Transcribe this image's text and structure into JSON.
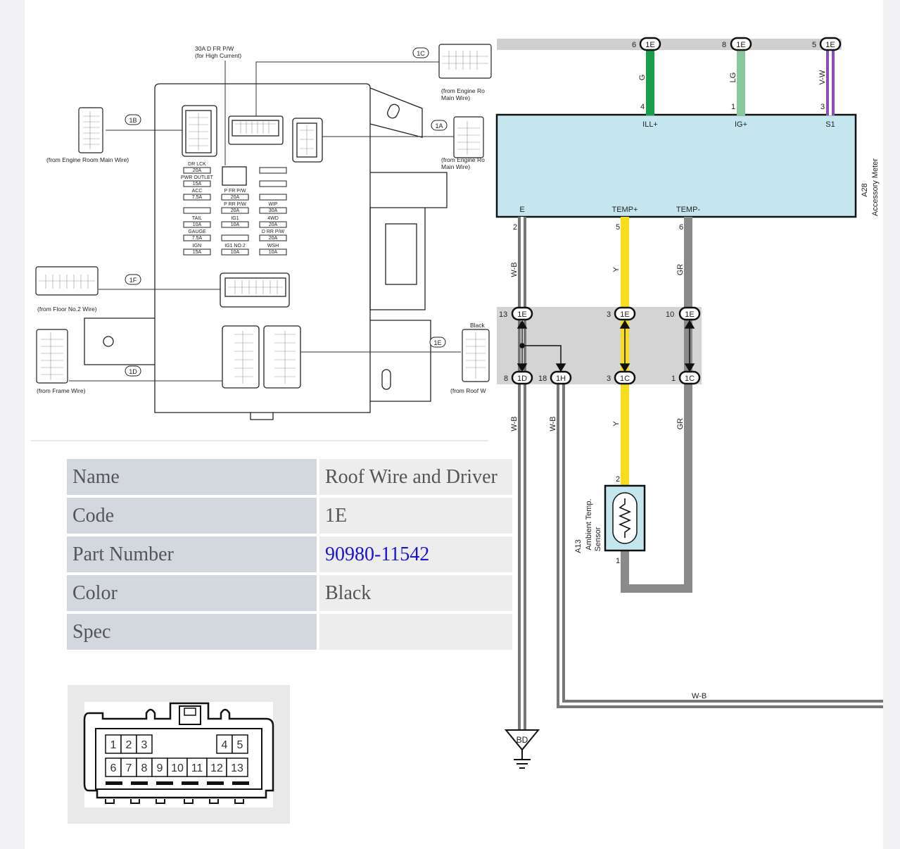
{
  "fuse_box": {
    "top_label_line1": "30A D FR P/W",
    "top_label_line2": "(for High Current)",
    "connectors": {
      "c1B": "1B",
      "c1C": "1C",
      "c1A": "1A",
      "c1F": "1F",
      "c1D": "1D",
      "c1E": "1E"
    },
    "sources": {
      "engine_room_main": "(from Engine Room Main Wire)",
      "engine_room_1c_l1": "(from Engine Ro",
      "engine_room_1c_l2": "Main Wire)",
      "engine_room_1a_l1": "(from Engine Ro",
      "engine_room_1a_l2": "Main Wire)",
      "floor_no2": "(from Floor No.2 Wire)",
      "frame": "(from Frame Wire)",
      "roof": "(from Roof W",
      "black": "Black"
    },
    "fuses": [
      {
        "name": "DR LCK",
        "amp": "20A"
      },
      {
        "name": "PWR OUTLET",
        "amp": "15A"
      },
      {
        "name": "ACC",
        "amp": "7.5A"
      },
      {
        "name": "TAIL",
        "amp": "10A"
      },
      {
        "name": "GAUGE",
        "amp": "7.5A"
      },
      {
        "name": "IGN",
        "amp": "15A"
      },
      {
        "name": "P FR P/W",
        "amp": "20A"
      },
      {
        "name": "P RR P/W",
        "amp": "20A"
      },
      {
        "name": "IG1",
        "amp": "10A"
      },
      {
        "name": "IG1 NO.2",
        "amp": "10A"
      },
      {
        "name": "WIP",
        "amp": "30A"
      },
      {
        "name": "4WD",
        "amp": "20A"
      },
      {
        "name": "D RR P/W",
        "amp": "20A"
      },
      {
        "name": "WSH",
        "amp": "10A"
      }
    ]
  },
  "schematic": {
    "meter_name": "Accessory Meter",
    "meter_code": "A28",
    "sensor_code": "A13",
    "sensor_name_l1": "Ambient Temp.",
    "sensor_name_l2": "Sensor",
    "ground": "BD",
    "terminals": {
      "ill": "ILL+",
      "ig": "IG+",
      "s1": "S1",
      "e": "E",
      "tempp": "TEMP+",
      "tempm": "TEMP-"
    },
    "top_pins": {
      "p6": "6",
      "p8": "8",
      "p5": "5",
      "p4": "4",
      "p1": "1",
      "p3": "3"
    },
    "bottom_pins": {
      "p2": "2",
      "p5": "5",
      "p6": "6"
    },
    "junction_pins": {
      "p13": "13",
      "p3a": "3",
      "p10": "10",
      "p8": "8",
      "p18": "18",
      "p3b": "3",
      "p1": "1"
    },
    "sensor_pins": {
      "p2": "2",
      "p1": "1"
    },
    "conn": {
      "c1E": "1E",
      "c1D": "1D",
      "c1H": "1H",
      "c1C": "1C"
    },
    "wire_colors": {
      "g": "G",
      "lg": "LG",
      "vw": "V-W",
      "wb": "W-B",
      "y": "Y",
      "gr": "GR"
    },
    "colors": {
      "green": "#1a9c4a",
      "light_green": "#88c89c",
      "violet": "#8a4fb5",
      "yellow": "#f7de1c",
      "gray_wire": "#8a8a8a",
      "meter_fill": "#c6e6ef",
      "junction_fill": "#d4d4d4"
    }
  },
  "table": {
    "rows": [
      {
        "key": "Name",
        "value": "Roof Wire and Driver"
      },
      {
        "key": "Code",
        "value": "1E"
      },
      {
        "key": "Part Number",
        "value": "90980-11542"
      },
      {
        "key": "Color",
        "value": "Black"
      },
      {
        "key": "Spec",
        "value": ""
      }
    ]
  },
  "connector_view": {
    "top_row": [
      "1",
      "2",
      "3",
      "4",
      "5"
    ],
    "bottom_row": [
      "6",
      "7",
      "8",
      "9",
      "10",
      "11",
      "12",
      "13"
    ]
  }
}
